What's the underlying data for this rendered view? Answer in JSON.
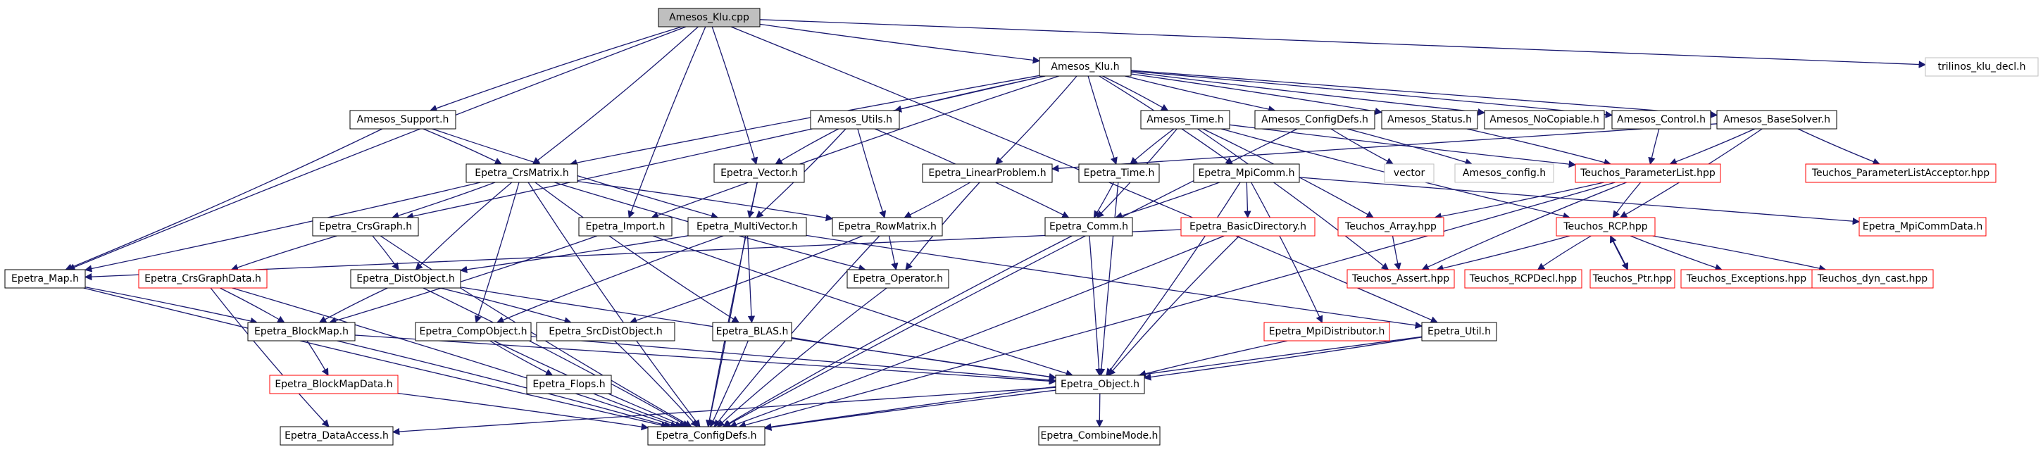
{
  "colors": {
    "edge": "#191970",
    "node_border_default": "#000000",
    "node_border_external": "#ff0000",
    "node_border_untracked": "#bfbfbf",
    "root_fill": "#bfbfbf",
    "text": "#000000"
  },
  "nodes": [
    {
      "id": "amesos_klu_cpp",
      "label": "Amesos_Klu.cpp",
      "kind": "root"
    },
    {
      "id": "amesos_klu_h",
      "label": "Amesos_Klu.h",
      "kind": "default"
    },
    {
      "id": "trilinos_klu_decl_h",
      "label": "trilinos_klu_decl.h",
      "kind": "untracked"
    },
    {
      "id": "amesos_support_h",
      "label": "Amesos_Support.h",
      "kind": "default"
    },
    {
      "id": "amesos_utils_h",
      "label": "Amesos_Utils.h",
      "kind": "default"
    },
    {
      "id": "amesos_time_h",
      "label": "Amesos_Time.h",
      "kind": "default"
    },
    {
      "id": "amesos_configdefs_h",
      "label": "Amesos_ConfigDefs.h",
      "kind": "default"
    },
    {
      "id": "amesos_status_h",
      "label": "Amesos_Status.h",
      "kind": "default"
    },
    {
      "id": "amesos_nocopiable_h",
      "label": "Amesos_NoCopiable.h",
      "kind": "default"
    },
    {
      "id": "amesos_control_h",
      "label": "Amesos_Control.h",
      "kind": "default"
    },
    {
      "id": "amesos_basesolver_h",
      "label": "Amesos_BaseSolver.h",
      "kind": "default"
    },
    {
      "id": "epetra_crsmatrix_h",
      "label": "Epetra_CrsMatrix.h",
      "kind": "default"
    },
    {
      "id": "epetra_vector_h",
      "label": "Epetra_Vector.h",
      "kind": "default"
    },
    {
      "id": "epetra_linearproblem_h",
      "label": "Epetra_LinearProblem.h",
      "kind": "default"
    },
    {
      "id": "epetra_time_h",
      "label": "Epetra_Time.h",
      "kind": "default"
    },
    {
      "id": "epetra_mpicomm_h",
      "label": "Epetra_MpiComm.h",
      "kind": "default"
    },
    {
      "id": "vector",
      "label": "vector",
      "kind": "untracked"
    },
    {
      "id": "amesos_config_h",
      "label": "Amesos_config.h",
      "kind": "untracked"
    },
    {
      "id": "teuchos_parameterlist_hpp",
      "label": "Teuchos_ParameterList.hpp",
      "kind": "external"
    },
    {
      "id": "teuchos_parameterlistacceptor_hpp",
      "label": "Teuchos_ParameterListAcceptor.hpp",
      "kind": "external"
    },
    {
      "id": "epetra_crsgraph_h",
      "label": "Epetra_CrsGraph.h",
      "kind": "default"
    },
    {
      "id": "epetra_import_h",
      "label": "Epetra_Import.h",
      "kind": "default"
    },
    {
      "id": "epetra_multivector_h",
      "label": "Epetra_MultiVector.h",
      "kind": "default"
    },
    {
      "id": "epetra_rowmatrix_h",
      "label": "Epetra_RowMatrix.h",
      "kind": "default"
    },
    {
      "id": "epetra_comm_h",
      "label": "Epetra_Comm.h",
      "kind": "default"
    },
    {
      "id": "epetra_basicdirectory_h",
      "label": "Epetra_BasicDirectory.h",
      "kind": "external"
    },
    {
      "id": "teuchos_array_hpp",
      "label": "Teuchos_Array.hpp",
      "kind": "external"
    },
    {
      "id": "teuchos_rcp_hpp",
      "label": "Teuchos_RCP.hpp",
      "kind": "external"
    },
    {
      "id": "epetra_mpicommdata_h",
      "label": "Epetra_MpiCommData.h",
      "kind": "external"
    },
    {
      "id": "epetra_map_h",
      "label": "Epetra_Map.h",
      "kind": "default"
    },
    {
      "id": "epetra_crsgraphdata_h",
      "label": "Epetra_CrsGraphData.h",
      "kind": "external"
    },
    {
      "id": "epetra_distobject_h",
      "label": "Epetra_DistObject.h",
      "kind": "default"
    },
    {
      "id": "epetra_operator_h",
      "label": "Epetra_Operator.h",
      "kind": "default"
    },
    {
      "id": "teuchos_assert_hpp",
      "label": "Teuchos_Assert.hpp",
      "kind": "external"
    },
    {
      "id": "teuchos_rcpdecl_hpp",
      "label": "Teuchos_RCPDecl.hpp",
      "kind": "external"
    },
    {
      "id": "teuchos_ptr_hpp",
      "label": "Teuchos_Ptr.hpp",
      "kind": "external"
    },
    {
      "id": "teuchos_exceptions_hpp",
      "label": "Teuchos_Exceptions.hpp",
      "kind": "external"
    },
    {
      "id": "teuchos_dyn_cast_hpp",
      "label": "Teuchos_dyn_cast.hpp",
      "kind": "external"
    },
    {
      "id": "epetra_blockmap_h",
      "label": "Epetra_BlockMap.h",
      "kind": "default"
    },
    {
      "id": "epetra_compobject_h",
      "label": "Epetra_CompObject.h",
      "kind": "default"
    },
    {
      "id": "epetra_srcdistobject_h",
      "label": "Epetra_SrcDistObject.h",
      "kind": "default"
    },
    {
      "id": "epetra_blas_h",
      "label": "Epetra_BLAS.h",
      "kind": "default"
    },
    {
      "id": "epetra_mpidistributor_h",
      "label": "Epetra_MpiDistributor.h",
      "kind": "external"
    },
    {
      "id": "epetra_util_h",
      "label": "Epetra_Util.h",
      "kind": "default"
    },
    {
      "id": "epetra_blockmapdata_h",
      "label": "Epetra_BlockMapData.h",
      "kind": "external"
    },
    {
      "id": "epetra_flops_h",
      "label": "Epetra_Flops.h",
      "kind": "default"
    },
    {
      "id": "epetra_object_h",
      "label": "Epetra_Object.h",
      "kind": "default"
    },
    {
      "id": "epetra_dataaccess_h",
      "label": "Epetra_DataAccess.h",
      "kind": "default"
    },
    {
      "id": "epetra_configdefs_h",
      "label": "Epetra_ConfigDefs.h",
      "kind": "default"
    },
    {
      "id": "epetra_combinemode_h",
      "label": "Epetra_CombineMode.h",
      "kind": "default"
    }
  ],
  "edges": [
    [
      "amesos_klu_cpp",
      "amesos_klu_h"
    ],
    [
      "amesos_klu_cpp",
      "trilinos_klu_decl_h"
    ],
    [
      "amesos_klu_cpp",
      "amesos_support_h"
    ],
    [
      "amesos_klu_cpp",
      "epetra_crsmatrix_h"
    ],
    [
      "amesos_klu_cpp",
      "epetra_import_h"
    ],
    [
      "amesos_klu_cpp",
      "epetra_vector_h"
    ],
    [
      "amesos_klu_cpp",
      "epetra_map_h"
    ],
    [
      "amesos_klu_cpp",
      "epetra_util_h"
    ],
    [
      "amesos_klu_h",
      "amesos_utils_h"
    ],
    [
      "amesos_klu_h",
      "amesos_time_h"
    ],
    [
      "amesos_klu_h",
      "amesos_configdefs_h"
    ],
    [
      "amesos_klu_h",
      "amesos_status_h"
    ],
    [
      "amesos_klu_h",
      "amesos_nocopiable_h"
    ],
    [
      "amesos_klu_h",
      "amesos_control_h"
    ],
    [
      "amesos_klu_h",
      "amesos_basesolver_h"
    ],
    [
      "amesos_klu_h",
      "epetra_crsgraph_h"
    ],
    [
      "amesos_klu_h",
      "epetra_crsmatrix_h"
    ],
    [
      "amesos_klu_h",
      "epetra_linearproblem_h"
    ],
    [
      "amesos_klu_h",
      "epetra_time_h"
    ],
    [
      "amesos_klu_h",
      "epetra_mpicomm_h"
    ],
    [
      "amesos_klu_h",
      "epetra_import_h"
    ],
    [
      "amesos_support_h",
      "epetra_crsmatrix_h"
    ],
    [
      "amesos_support_h",
      "epetra_multivector_h"
    ],
    [
      "amesos_support_h",
      "epetra_map_h"
    ],
    [
      "amesos_utils_h",
      "epetra_vector_h"
    ],
    [
      "amesos_utils_h",
      "epetra_multivector_h"
    ],
    [
      "amesos_utils_h",
      "epetra_rowmatrix_h"
    ],
    [
      "amesos_utils_h",
      "epetra_comm_h"
    ],
    [
      "amesos_time_h",
      "epetra_time_h"
    ],
    [
      "amesos_time_h",
      "epetra_comm_h"
    ],
    [
      "amesos_time_h",
      "teuchos_parameterlist_hpp"
    ],
    [
      "amesos_time_h",
      "teuchos_array_hpp"
    ],
    [
      "amesos_time_h",
      "teuchos_rcp_hpp"
    ],
    [
      "amesos_time_h",
      "teuchos_assert_hpp"
    ],
    [
      "amesos_configdefs_h",
      "vector"
    ],
    [
      "amesos_configdefs_h",
      "amesos_config_h"
    ],
    [
      "amesos_configdefs_h",
      "epetra_configdefs_h"
    ],
    [
      "amesos_status_h",
      "teuchos_parameterlist_hpp"
    ],
    [
      "amesos_control_h",
      "teuchos_parameterlist_hpp"
    ],
    [
      "amesos_basesolver_h",
      "teuchos_parameterlist_hpp"
    ],
    [
      "amesos_basesolver_h",
      "teuchos_parameterlistacceptor_hpp"
    ],
    [
      "amesos_basesolver_h",
      "teuchos_rcp_hpp"
    ],
    [
      "amesos_basesolver_h",
      "epetra_linearproblem_h"
    ],
    [
      "epetra_crsmatrix_h",
      "epetra_crsgraph_h"
    ],
    [
      "epetra_crsmatrix_h",
      "epetra_distobject_h"
    ],
    [
      "epetra_crsmatrix_h",
      "epetra_compobject_h"
    ],
    [
      "epetra_crsmatrix_h",
      "epetra_blas_h"
    ],
    [
      "epetra_crsmatrix_h",
      "epetra_rowmatrix_h"
    ],
    [
      "epetra_crsmatrix_h",
      "epetra_operator_h"
    ],
    [
      "epetra_crsmatrix_h",
      "epetra_map_h"
    ],
    [
      "epetra_crsmatrix_h",
      "epetra_configdefs_h"
    ],
    [
      "epetra_vector_h",
      "epetra_multivector_h"
    ],
    [
      "epetra_vector_h",
      "epetra_configdefs_h"
    ],
    [
      "epetra_linearproblem_h",
      "epetra_rowmatrix_h"
    ],
    [
      "epetra_linearproblem_h",
      "epetra_operator_h"
    ],
    [
      "epetra_time_h",
      "epetra_comm_h"
    ],
    [
      "epetra_time_h",
      "epetra_object_h"
    ],
    [
      "epetra_mpicomm_h",
      "epetra_comm_h"
    ],
    [
      "epetra_mpicomm_h",
      "epetra_basicdirectory_h"
    ],
    [
      "epetra_mpicomm_h",
      "epetra_mpidistributor_h"
    ],
    [
      "epetra_mpicomm_h",
      "epetra_mpicommdata_h"
    ],
    [
      "epetra_mpicomm_h",
      "epetra_object_h"
    ],
    [
      "teuchos_parameterlist_hpp",
      "teuchos_rcp_hpp"
    ],
    [
      "teuchos_parameterlist_hpp",
      "teuchos_array_hpp"
    ],
    [
      "teuchos_parameterlist_hpp",
      "teuchos_assert_hpp"
    ],
    [
      "teuchos_parameterlist_hpp",
      "epetra_configdefs_h"
    ],
    [
      "epetra_crsgraph_h",
      "epetra_crsgraphdata_h"
    ],
    [
      "epetra_crsgraph_h",
      "epetra_distobject_h"
    ],
    [
      "epetra_crsgraph_h",
      "epetra_configdefs_h"
    ],
    [
      "epetra_import_h",
      "epetra_blockmap_h"
    ],
    [
      "epetra_import_h",
      "epetra_object_h"
    ],
    [
      "epetra_multivector_h",
      "epetra_distobject_h"
    ],
    [
      "epetra_multivector_h",
      "epetra_compobject_h"
    ],
    [
      "epetra_multivector_h",
      "epetra_blas_h"
    ],
    [
      "epetra_multivector_h",
      "epetra_util_h"
    ],
    [
      "epetra_multivector_h",
      "epetra_configdefs_h"
    ],
    [
      "epetra_rowmatrix_h",
      "epetra_operator_h"
    ],
    [
      "epetra_rowmatrix_h",
      "epetra_srcdistobject_h"
    ],
    [
      "epetra_rowmatrix_h",
      "epetra_configdefs_h"
    ],
    [
      "epetra_comm_h",
      "epetra_object_h"
    ],
    [
      "epetra_comm_h",
      "epetra_configdefs_h"
    ],
    [
      "epetra_basicdirectory_h",
      "epetra_map_h"
    ],
    [
      "epetra_basicdirectory_h",
      "epetra_object_h"
    ],
    [
      "epetra_basicdirectory_h",
      "epetra_configdefs_h"
    ],
    [
      "teuchos_array_hpp",
      "teuchos_assert_hpp"
    ],
    [
      "teuchos_rcp_hpp",
      "teuchos_assert_hpp"
    ],
    [
      "teuchos_rcp_hpp",
      "teuchos_rcpdecl_hpp"
    ],
    [
      "teuchos_rcp_hpp",
      "teuchos_ptr_hpp"
    ],
    [
      "teuchos_rcp_hpp",
      "teuchos_exceptions_hpp"
    ],
    [
      "teuchos_rcp_hpp",
      "teuchos_dyn_cast_hpp"
    ],
    [
      "teuchos_ptr_hpp",
      "teuchos_rcp_hpp"
    ],
    [
      "epetra_map_h",
      "epetra_blockmap_h"
    ],
    [
      "epetra_map_h",
      "epetra_configdefs_h"
    ],
    [
      "epetra_crsgraphdata_h",
      "epetra_blockmap_h"
    ],
    [
      "epetra_crsgraphdata_h",
      "epetra_dataaccess_h"
    ],
    [
      "epetra_crsgraphdata_h",
      "epetra_configdefs_h"
    ],
    [
      "epetra_distobject_h",
      "epetra_blockmap_h"
    ],
    [
      "epetra_distobject_h",
      "epetra_srcdistobject_h"
    ],
    [
      "epetra_distobject_h",
      "epetra_object_h"
    ],
    [
      "epetra_distobject_h",
      "epetra_configdefs_h"
    ],
    [
      "epetra_operator_h",
      "epetra_configdefs_h"
    ],
    [
      "epetra_blockmap_h",
      "epetra_blockmapdata_h"
    ],
    [
      "epetra_blockmap_h",
      "epetra_object_h"
    ],
    [
      "epetra_blockmap_h",
      "epetra_configdefs_h"
    ],
    [
      "epetra_compobject_h",
      "epetra_flops_h"
    ],
    [
      "epetra_compobject_h",
      "epetra_object_h"
    ],
    [
      "epetra_compobject_h",
      "epetra_configdefs_h"
    ],
    [
      "epetra_srcdistobject_h",
      "epetra_configdefs_h"
    ],
    [
      "epetra_blas_h",
      "epetra_object_h"
    ],
    [
      "epetra_blas_h",
      "epetra_configdefs_h"
    ],
    [
      "epetra_mpidistributor_h",
      "epetra_object_h"
    ],
    [
      "epetra_util_h",
      "epetra_object_h"
    ],
    [
      "epetra_util_h",
      "epetra_configdefs_h"
    ],
    [
      "epetra_blockmapdata_h",
      "epetra_configdefs_h"
    ],
    [
      "epetra_flops_h",
      "epetra_configdefs_h"
    ],
    [
      "epetra_object_h",
      "epetra_dataaccess_h"
    ],
    [
      "epetra_object_h",
      "epetra_configdefs_h"
    ],
    [
      "epetra_object_h",
      "epetra_combinemode_h"
    ]
  ]
}
